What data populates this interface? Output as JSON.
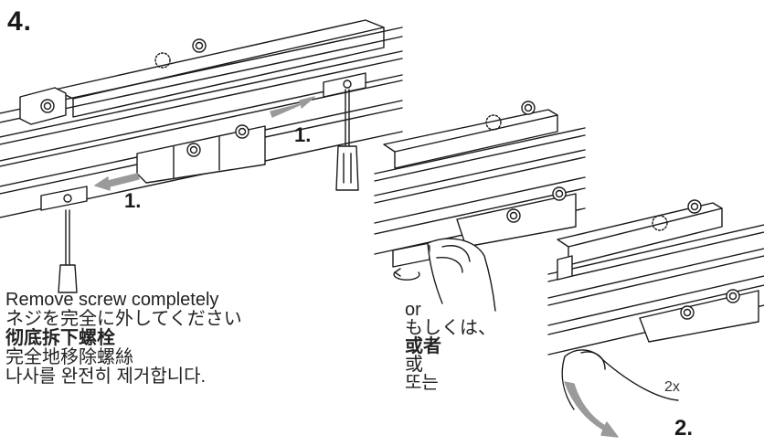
{
  "step_number": "4.",
  "labels": {
    "arrow_left": "1.",
    "arrow_right": "1.",
    "step_two": "2.",
    "repeat_count": "2x"
  },
  "caption": {
    "en": "Remove screw completely",
    "ja": "ネジを完全に外してください",
    "zh_simplified": "彻底拆下螺栓",
    "zh_traditional": "完全地移除螺絲",
    "ko": "나사를 완전히 제거합니다."
  },
  "alternative": {
    "en": "or",
    "ja": "もしくは、",
    "zh_simplified": "或者",
    "zh_traditional": "或",
    "ko": "또는"
  },
  "colors": {
    "line": "#1a1a1a",
    "arrow_fill": "#9a9a9a",
    "background": "#ffffff"
  }
}
